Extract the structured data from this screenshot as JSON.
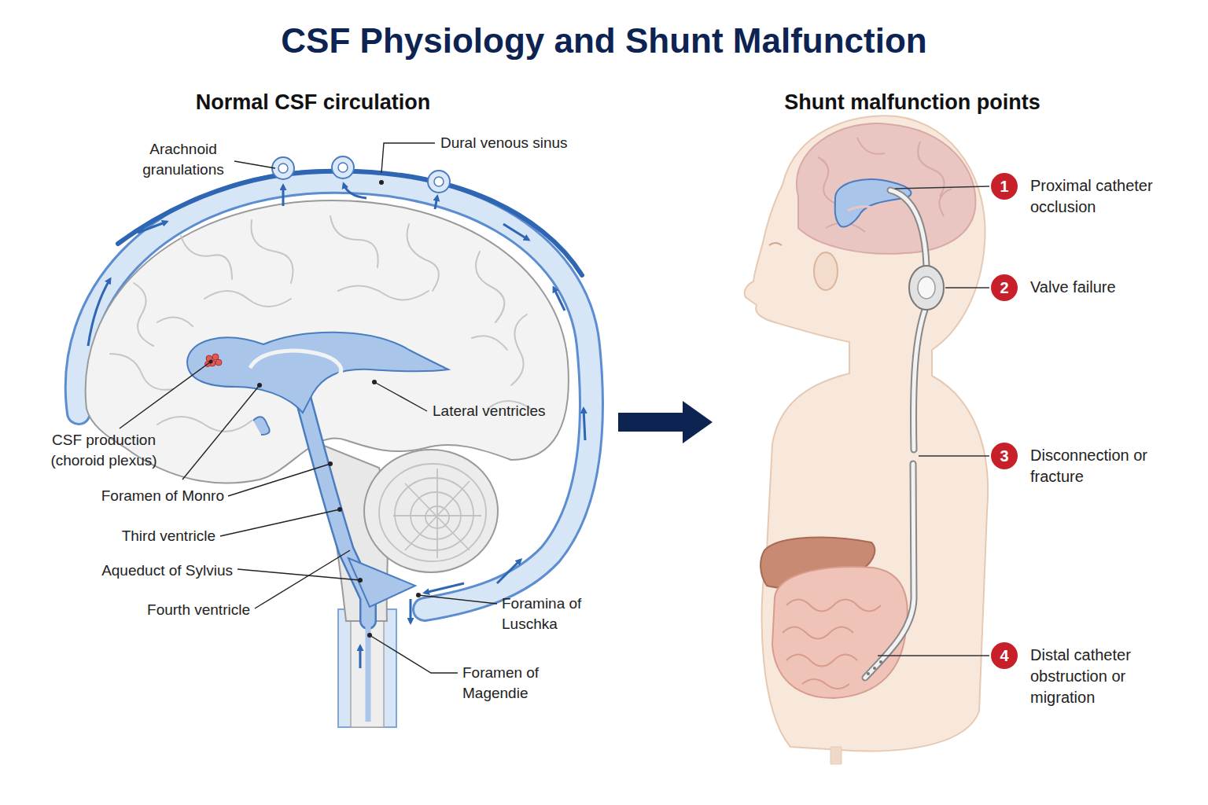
{
  "diagram": {
    "title": "CSF Physiology and Shunt Malfunction",
    "nodes": [
      {
        "text": [
          "1",
          "Proximal catheter occlusion"
        ]
      },
      {
        "text": [
          "2",
          "Valve failure"
        ]
      },
      {
        "text": [
          "3",
          "Disconnection or fracture"
        ]
      },
      {
        "text": [
          "4",
          "Distal catheter obstruction or migration"
        ]
      }
    ],
    "labels": [
      "Normal CSF circulation",
      "Shunt malfunction points",
      "Arachnoid granulations",
      "Dural venous sinus",
      "CSF production (choroid plexus)",
      "Lateral ventricles",
      "Foramen of Monro",
      "Third ventricle",
      "Aqueduct of Sylvius",
      "Fourth ventricle",
      "Foramina of Luschka",
      "Foramen of Magendie"
    ]
  }
}
